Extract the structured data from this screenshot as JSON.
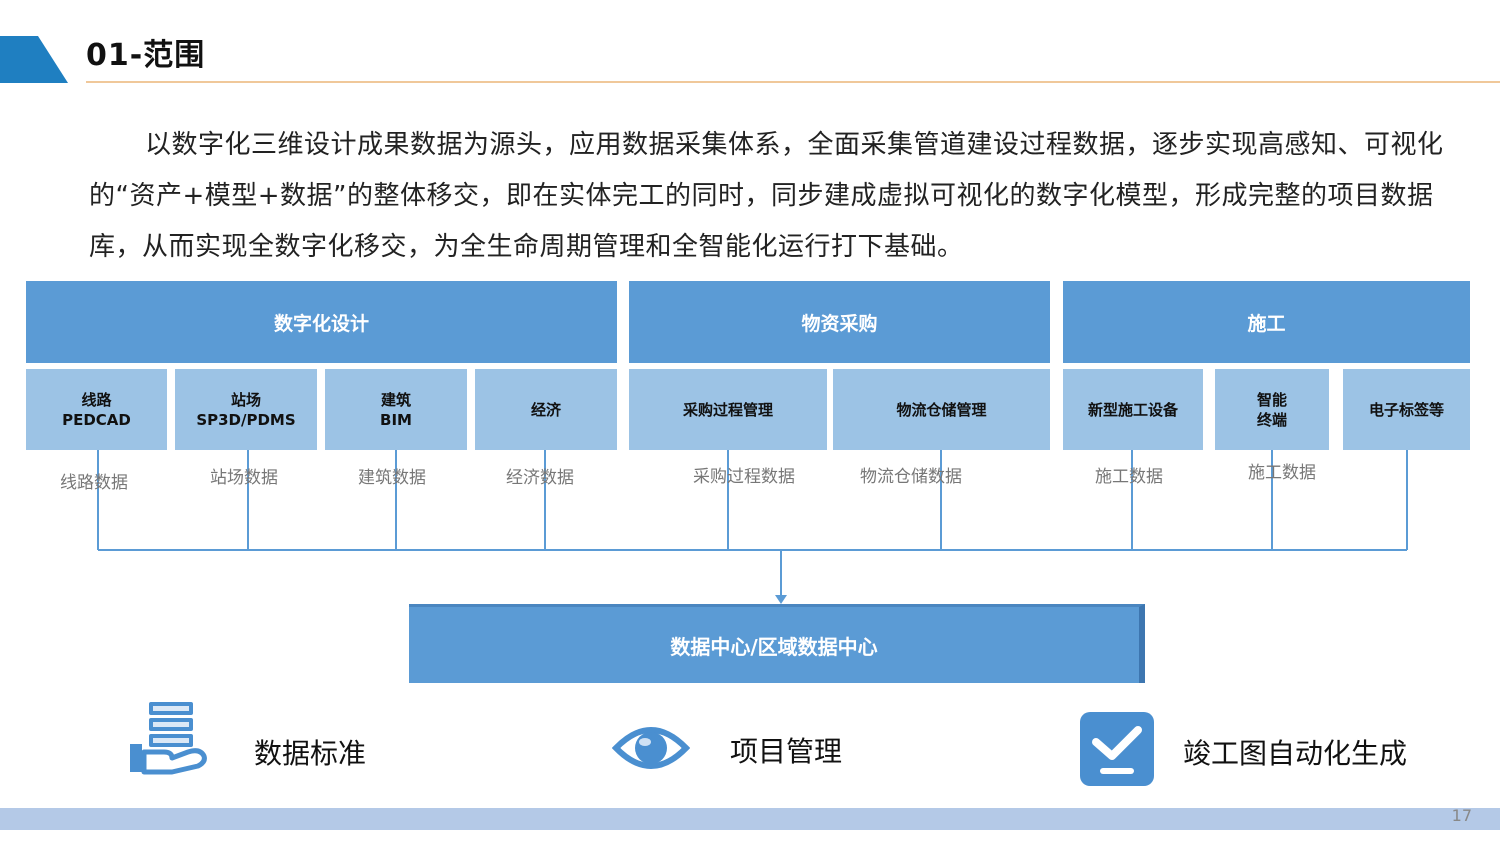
{
  "header": {
    "title": "01-范围"
  },
  "intro": "以数字化三维设计成果数据为源头，应用数据采集体系，全面采集管道建设过程数据，逐步实现高感知、可视化的“资产+模型+数据”的整体移交，即在实体完工的同时，同步建成虚拟可视化的数字化模型，形成完整的项目数据库，从而实现全数字化移交，为全生命周期管理和全智能化运行打下基础。",
  "categories": [
    {
      "label": "数字化设计"
    },
    {
      "label": "物资采购"
    },
    {
      "label": "施工"
    }
  ],
  "subitems": [
    {
      "line1": "线路",
      "line2": "PEDCAD",
      "data": "线路数据"
    },
    {
      "line1": "站场",
      "line2": "SP3D/PDMS",
      "data": "站场数据"
    },
    {
      "line1": "建筑",
      "line2": "BIM",
      "data": "建筑数据"
    },
    {
      "line1": "经济",
      "line2": "",
      "data": "经济数据"
    },
    {
      "line1": "采购过程管理",
      "line2": "",
      "data": "采购过程数据"
    },
    {
      "line1": "物流仓储管理",
      "line2": "",
      "data": "物流仓储数据"
    },
    {
      "line1": "新型施工设备",
      "line2": "",
      "data": "施工数据"
    },
    {
      "line1": "智能",
      "line2": "终端",
      "data": "施工数据"
    },
    {
      "line1": "电子标签等",
      "line2": "",
      "data": ""
    }
  ],
  "center": {
    "label": "数据中心/区域数据中心"
  },
  "features": [
    {
      "label": "数据标准",
      "icon": "database-hand-icon"
    },
    {
      "label": "项目管理",
      "icon": "eye-icon"
    },
    {
      "label": "竣工图自动化生成",
      "icon": "checkbox-icon"
    }
  ],
  "footer": {
    "page": "17"
  },
  "colors": {
    "primary": "#5b9bd5",
    "sub": "#9cc3e5",
    "line": "#5b9bd5",
    "accent": "#1f7fc1",
    "footer": "#b4c9e7"
  }
}
